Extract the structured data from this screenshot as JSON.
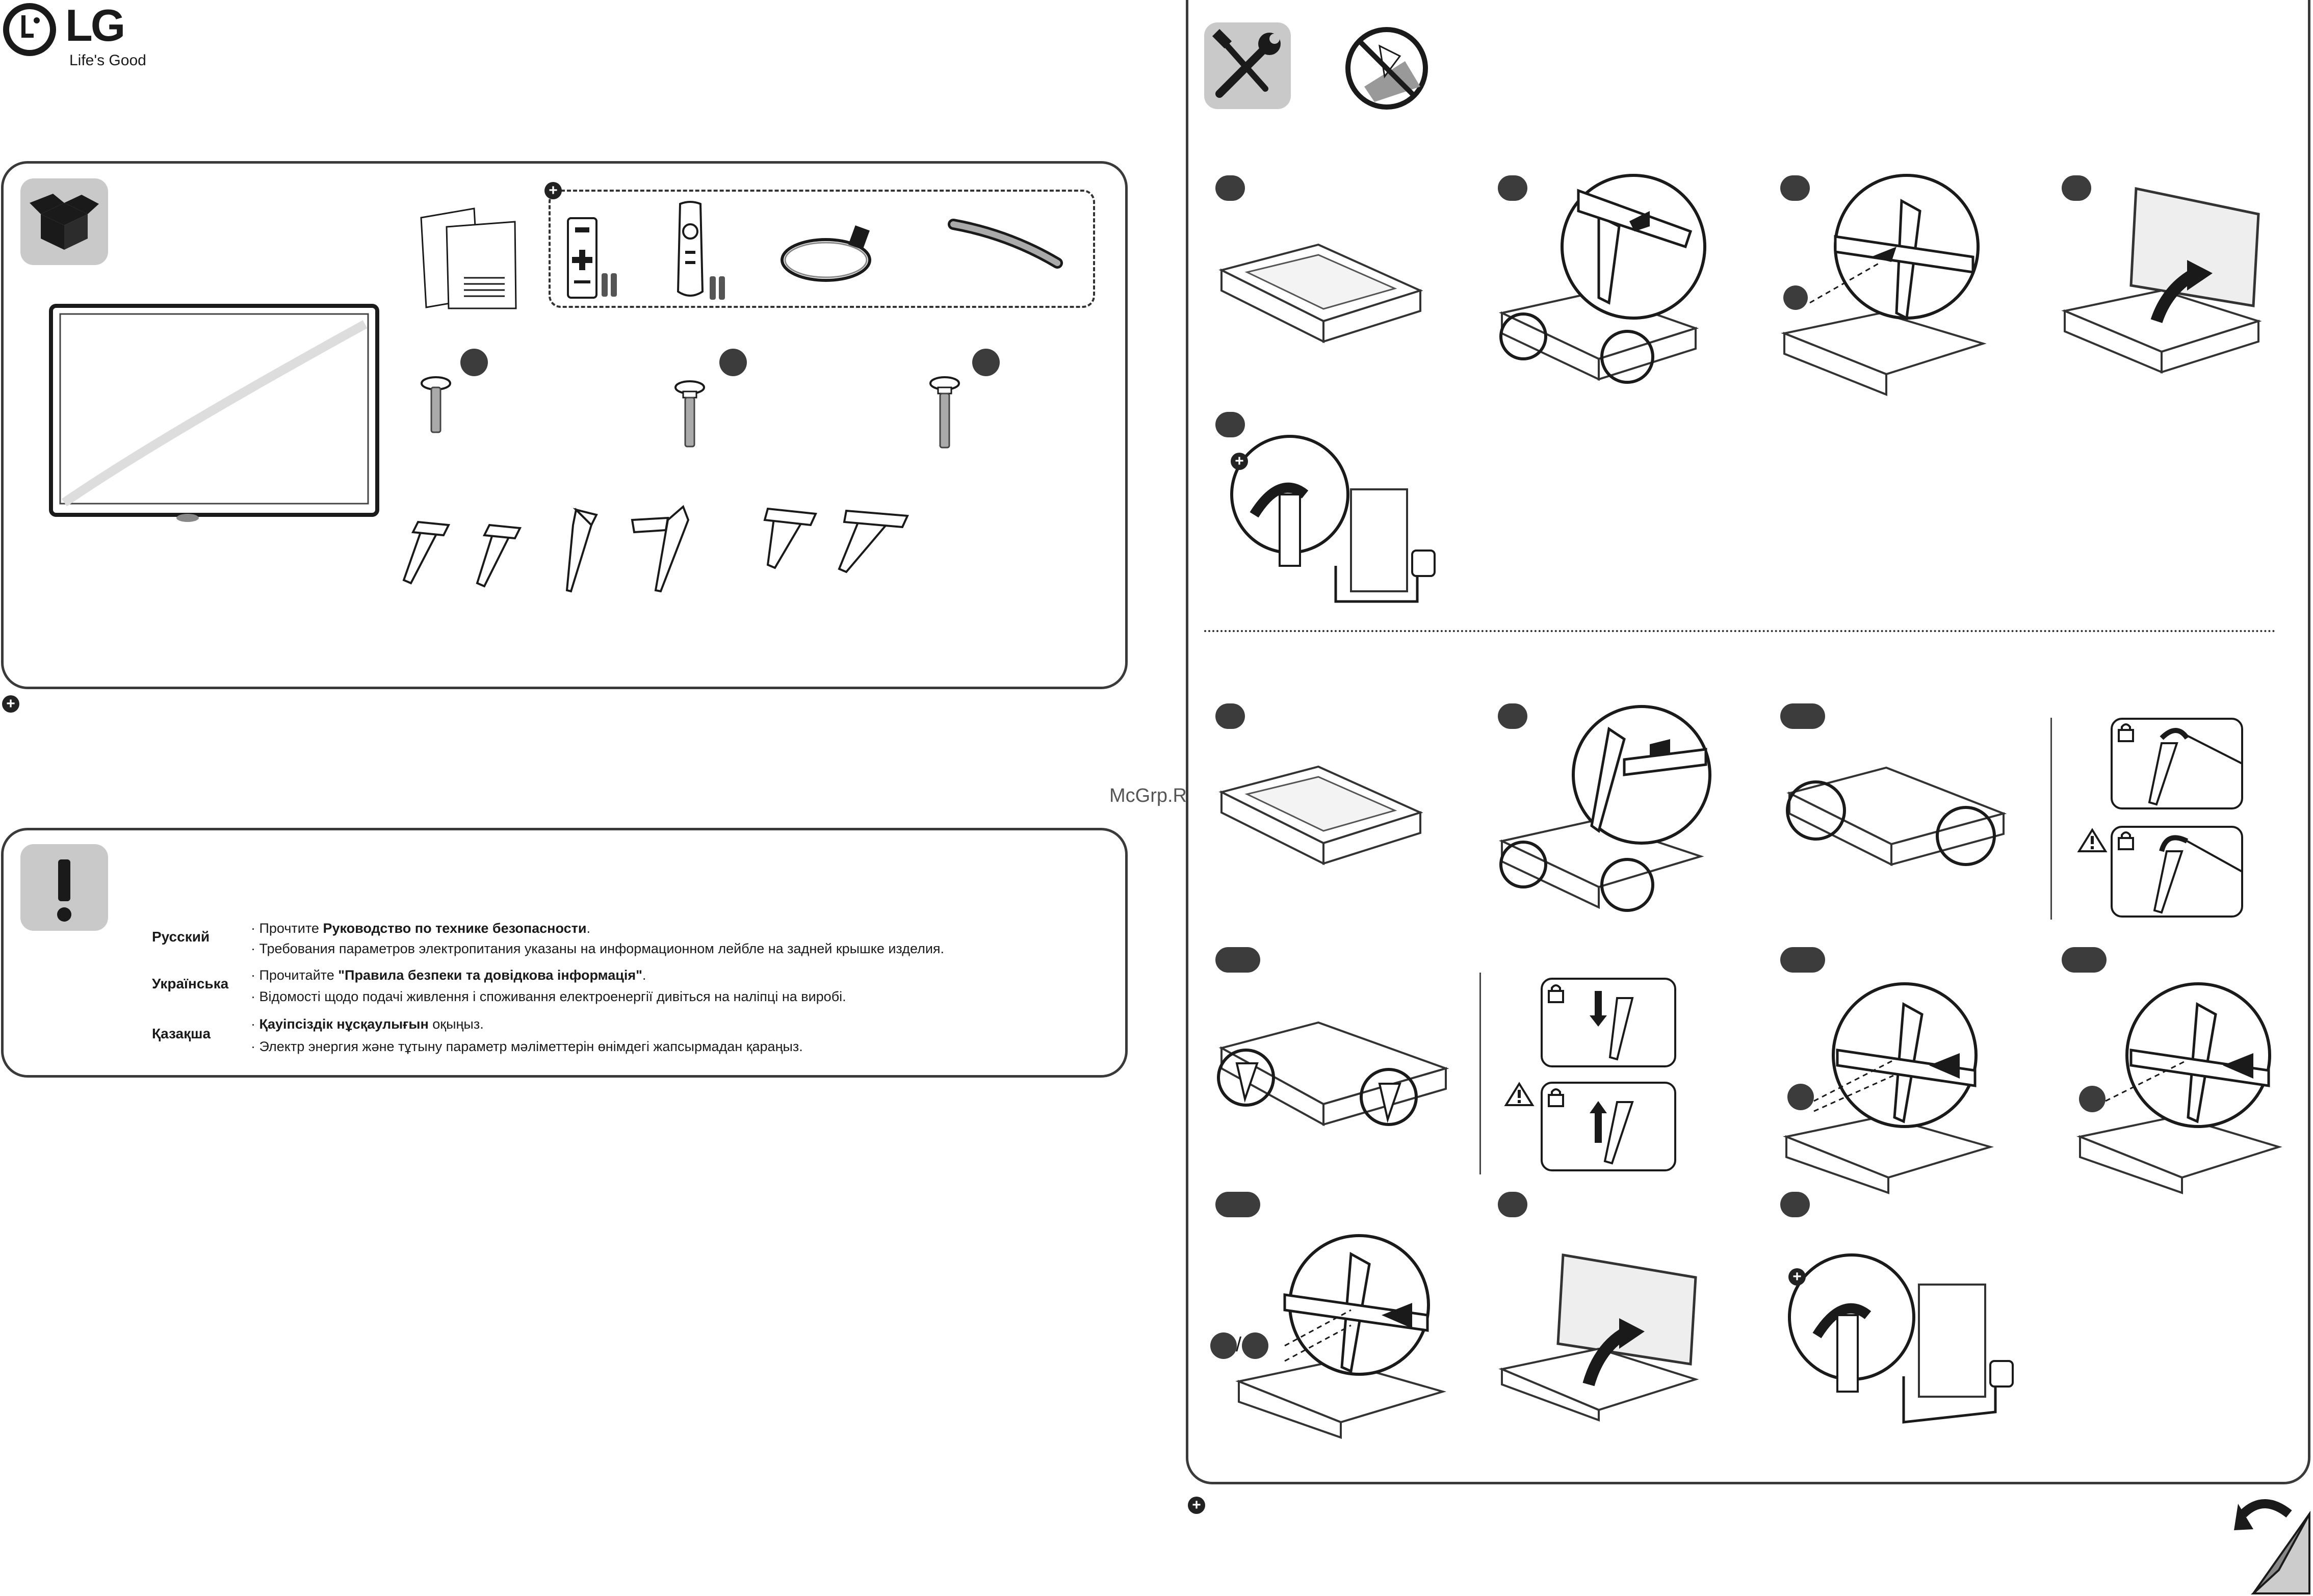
{
  "brand": {
    "logo_text": "LG",
    "tagline": "Life's Good"
  },
  "watermark": "McGrp.Ru",
  "safety": {
    "languages": [
      {
        "name": "Русский",
        "bullets": [
          {
            "pre": "Прочтите ",
            "bold": "Руководство по технике безопасности",
            "post": "."
          },
          {
            "pre": "Требования параметров электропитания указаны на информационном лейбле на задней крышке изделия.",
            "bold": "",
            "post": ""
          }
        ]
      },
      {
        "name": "Українська",
        "bullets": [
          {
            "pre": "Прочитайте ",
            "bold": "\"Правила безпеки та довідкова інформація\"",
            "post": "."
          },
          {
            "pre": "Відомості щодо подачі живлення і споживання електроенергії дивіться на наліпці на виробі.",
            "bold": "",
            "post": ""
          }
        ]
      },
      {
        "name": "Қазақша",
        "bullets": [
          {
            "pre": "",
            "bold": "Қауіпсіздік нұсқаулығын",
            "post": " оқыңыз."
          },
          {
            "pre": "Электр энергия және тұтыну параметр мәліметтерін өнімдегі жапсырмадан қараңыз.",
            "bold": "",
            "post": ""
          }
        ]
      }
    ]
  },
  "icons": {
    "box": "open-box-icon",
    "warning": "exclamation-icon",
    "tools": "screwdriver-wrench-icon",
    "no_sharp": "no-sharp-surface-icon",
    "page_turn": "page-turn-icon",
    "plus": "plus-circle-icon",
    "lock": "lock-icon",
    "caution": "caution-triangle-icon"
  },
  "slash": "/"
}
